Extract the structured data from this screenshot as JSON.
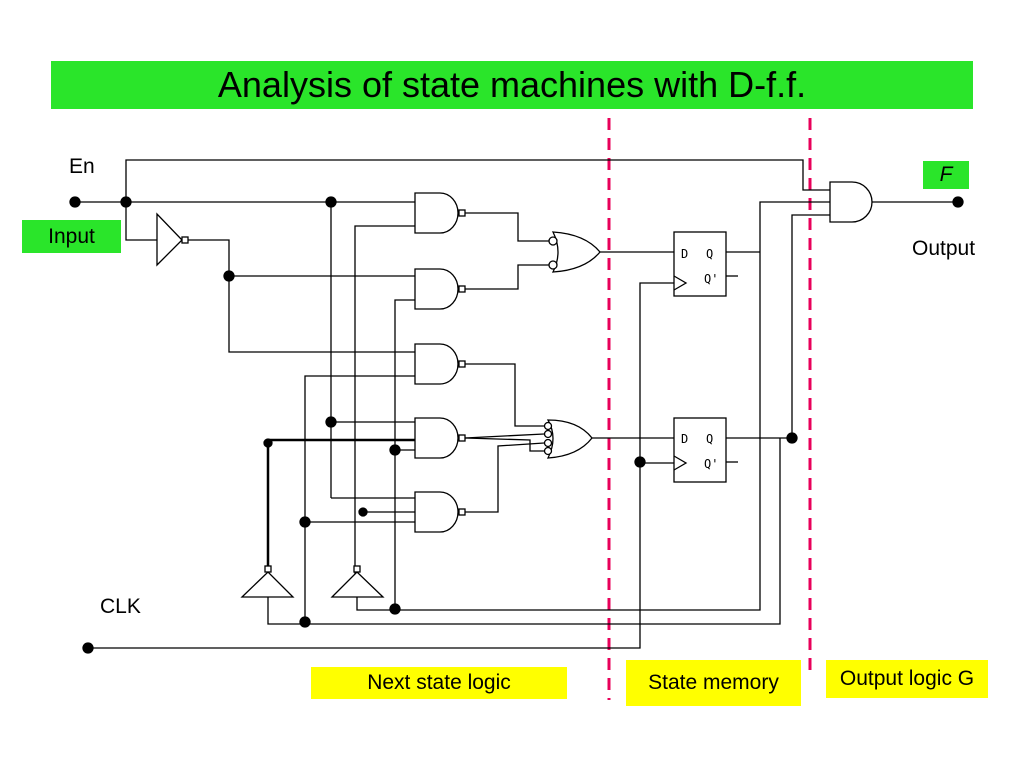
{
  "title": "Analysis of state machines with D-f.f.",
  "labels": {
    "en": "En",
    "input": "Input",
    "f": "F",
    "output": "Output",
    "clk": "CLK"
  },
  "sections": {
    "next_state": "Next state logic",
    "state_memory": "State memory",
    "output_logic": "Output logic G"
  },
  "flipflop": {
    "d": "D",
    "q": "Q",
    "qbar": "Q'"
  },
  "colors": {
    "title_bg": "#2ae52a",
    "section_bg": "#ffff00",
    "divider": "#e8005a"
  }
}
